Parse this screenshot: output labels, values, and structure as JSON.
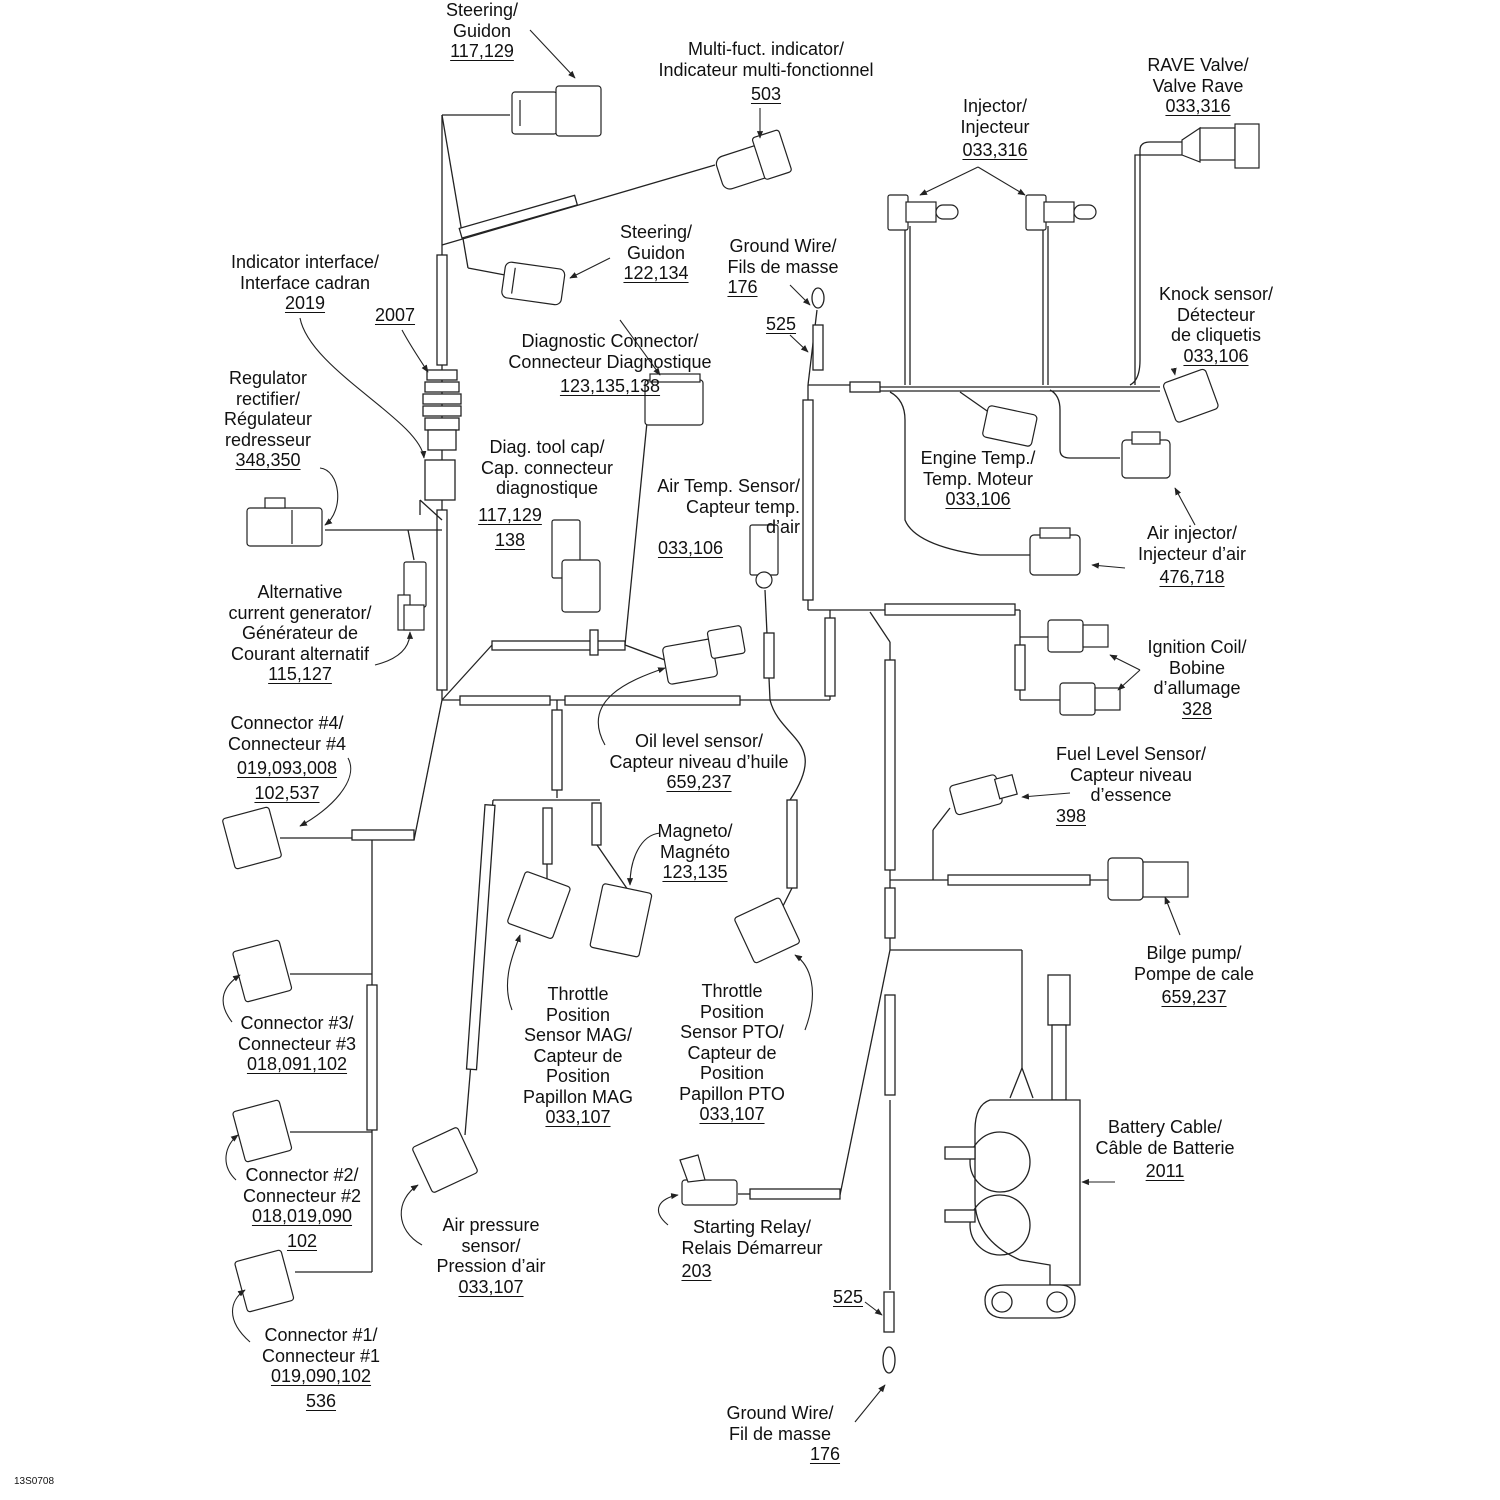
{
  "diagram": {
    "type": "wiring harness exploded view",
    "figure_code": "13S0708",
    "components": [
      {
        "id": "steering-1",
        "en": "Steering/",
        "fr": "Guidon",
        "parts": [
          "117,129"
        ]
      },
      {
        "id": "multi-function-indicator",
        "en": "Multi-fuct. indicator/",
        "fr": "Indicateur multi-fonctionnel",
        "parts": [
          "503"
        ]
      },
      {
        "id": "rave-valve",
        "en": "RAVE Valve/",
        "fr": "Valve Rave",
        "parts": [
          "033,316"
        ]
      },
      {
        "id": "injector",
        "en": "Injector/",
        "fr": "Injecteur",
        "parts": [
          "033,316"
        ]
      },
      {
        "id": "steering-2",
        "en": "Steering/",
        "fr": "Guidon",
        "parts": [
          "122,134"
        ]
      },
      {
        "id": "ground-wire-top",
        "en": "Ground Wire/",
        "fr": "Fils de masse",
        "parts": [
          "176"
        ]
      },
      {
        "id": "ground-wire-top-sleeve",
        "en": "",
        "fr": "",
        "parts": [
          "525"
        ]
      },
      {
        "id": "indicator-interface",
        "en": "Indicator interface/",
        "fr": "Interface cadran",
        "parts": [
          "2019"
        ]
      },
      {
        "id": "boot-2007",
        "en": "",
        "fr": "",
        "parts": [
          "2007"
        ]
      },
      {
        "id": "knock-sensor",
        "en": "Knock sensor/",
        "fr": "Détecteur",
        "fr2": "de cliquetis",
        "parts": [
          "033,106"
        ]
      },
      {
        "id": "diagnostic-connector",
        "en": "Diagnostic Connector/",
        "fr": "Connecteur Diagnostique",
        "parts": [
          "123,135,138"
        ]
      },
      {
        "id": "regulator-rectifier",
        "en": "Regulator",
        "en2": "rectifier/",
        "fr": "Régulateur",
        "fr2": "redresseur",
        "parts": [
          "348,350"
        ]
      },
      {
        "id": "diag-tool-cap",
        "en": "Diag. tool cap/",
        "fr": "Cap. connecteur",
        "fr2": "diagnostique",
        "parts": [
          "117,129",
          "138"
        ]
      },
      {
        "id": "engine-temp",
        "en": "Engine Temp./",
        "fr": "Temp. Moteur",
        "parts": [
          "033,106"
        ]
      },
      {
        "id": "air-temp-sensor",
        "en": "Air Temp. Sensor/",
        "fr": "Capteur temp.",
        "fr2": "d’air",
        "parts": [
          "033,106"
        ]
      },
      {
        "id": "air-injector",
        "en": "Air injector/",
        "fr": "Injecteur d’air",
        "parts": [
          "476,718"
        ]
      },
      {
        "id": "ac-generator",
        "en": "Alternative",
        "en2": "current generator/",
        "fr": "Générateur de",
        "fr2": "Courant alternatif",
        "parts": [
          "115,127"
        ]
      },
      {
        "id": "ignition-coil",
        "en": "Ignition Coil/",
        "fr": "Bobine",
        "fr2": "d’allumage",
        "parts": [
          "328"
        ]
      },
      {
        "id": "connector-4",
        "en": "Connector #4/",
        "fr": "Connecteur #4",
        "parts": [
          "019,093,008",
          "102,537"
        ]
      },
      {
        "id": "oil-level-sensor",
        "en": "Oil level sensor/",
        "fr": "Capteur niveau d’huile",
        "parts": [
          "659,237"
        ]
      },
      {
        "id": "fuel-level-sensor",
        "en": "Fuel Level Sensor/",
        "fr": "Capteur niveau",
        "fr2": "d’essence",
        "parts": [
          "398"
        ]
      },
      {
        "id": "magneto",
        "en": "Magneto/",
        "fr": "Magnéto",
        "parts": [
          "123,135"
        ]
      },
      {
        "id": "bilge-pump",
        "en": "Bilge pump/",
        "fr": "Pompe de cale",
        "parts": [
          "659,237"
        ]
      },
      {
        "id": "tps-mag",
        "en": "Throttle",
        "en2": "Position",
        "en3": "Sensor MAG/",
        "fr": "Capteur de",
        "fr2": "Position",
        "fr3": "Papillon MAG",
        "parts": [
          "033,107"
        ]
      },
      {
        "id": "tps-pto",
        "en": "Throttle",
        "en2": "Position",
        "en3": "Sensor PTO/",
        "fr": "Capteur de",
        "fr2": "Position",
        "fr3": "Papillon PTO",
        "parts": [
          "033,107"
        ]
      },
      {
        "id": "connector-3",
        "en": "Connector #3/",
        "fr": "Connecteur #3",
        "parts": [
          "018,091,102"
        ]
      },
      {
        "id": "battery-cable",
        "en": "Battery Cable/",
        "fr": "Câble de Batterie",
        "parts": [
          "2011"
        ]
      },
      {
        "id": "connector-2",
        "en": "Connector #2/",
        "fr": "Connecteur #2",
        "parts": [
          "018,019,090",
          "102"
        ]
      },
      {
        "id": "air-pressure-sensor",
        "en": "Air pressure",
        "en2": "sensor/",
        "fr": "Pression d’air",
        "parts": [
          "033,107"
        ]
      },
      {
        "id": "starting-relay",
        "en": "Starting Relay/",
        "fr": "Relais Démarreur",
        "parts": [
          "203"
        ]
      },
      {
        "id": "ground-wire-bottom-sleeve",
        "en": "",
        "fr": "",
        "parts": [
          "525"
        ]
      },
      {
        "id": "connector-1",
        "en": "Connector #1/",
        "fr": "Connecteur #1",
        "parts": [
          "019,090,102",
          "536"
        ]
      },
      {
        "id": "ground-wire-bottom",
        "en": "Ground Wire/",
        "fr": "Fil de masse",
        "parts": [
          "176"
        ]
      }
    ]
  }
}
